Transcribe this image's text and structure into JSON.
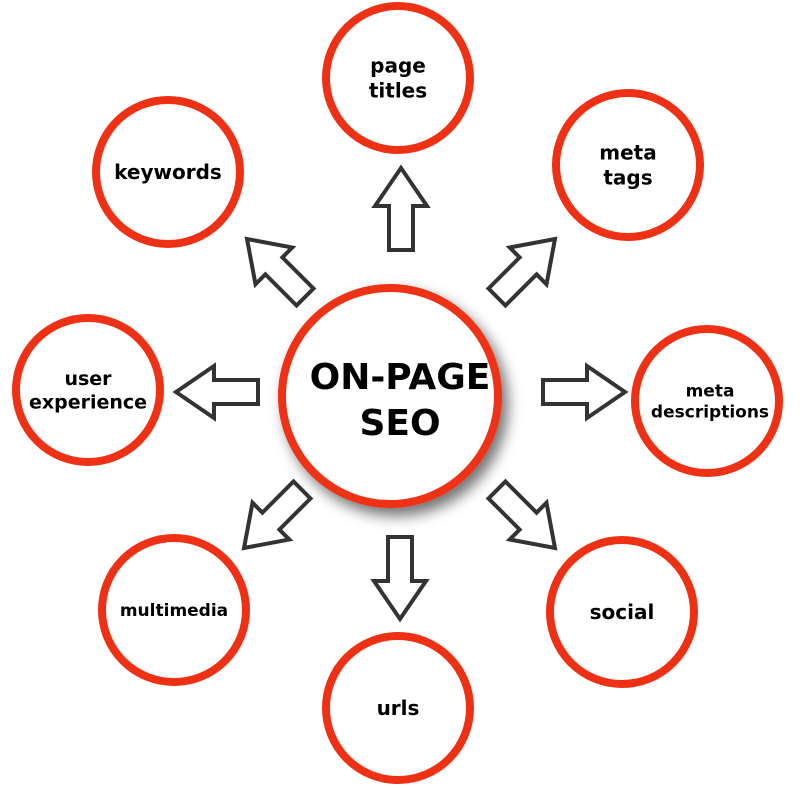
{
  "colors": {
    "ring": "#ee3114",
    "arrow": "#333333",
    "text": "#000000"
  },
  "center": {
    "lines": [
      "ON-PAGE",
      "SEO"
    ]
  },
  "nodes": [
    {
      "id": "page-titles",
      "lines": [
        "page",
        "titles"
      ]
    },
    {
      "id": "meta-tags",
      "lines": [
        "meta",
        "tags"
      ]
    },
    {
      "id": "meta-descriptions",
      "lines": [
        "meta",
        "descriptions"
      ]
    },
    {
      "id": "social",
      "lines": [
        "social"
      ]
    },
    {
      "id": "urls",
      "lines": [
        "urls"
      ]
    },
    {
      "id": "multimedia",
      "lines": [
        "multimedia"
      ]
    },
    {
      "id": "user-experience",
      "lines": [
        "user",
        "experience"
      ]
    },
    {
      "id": "keywords",
      "lines": [
        "keywords"
      ]
    }
  ]
}
